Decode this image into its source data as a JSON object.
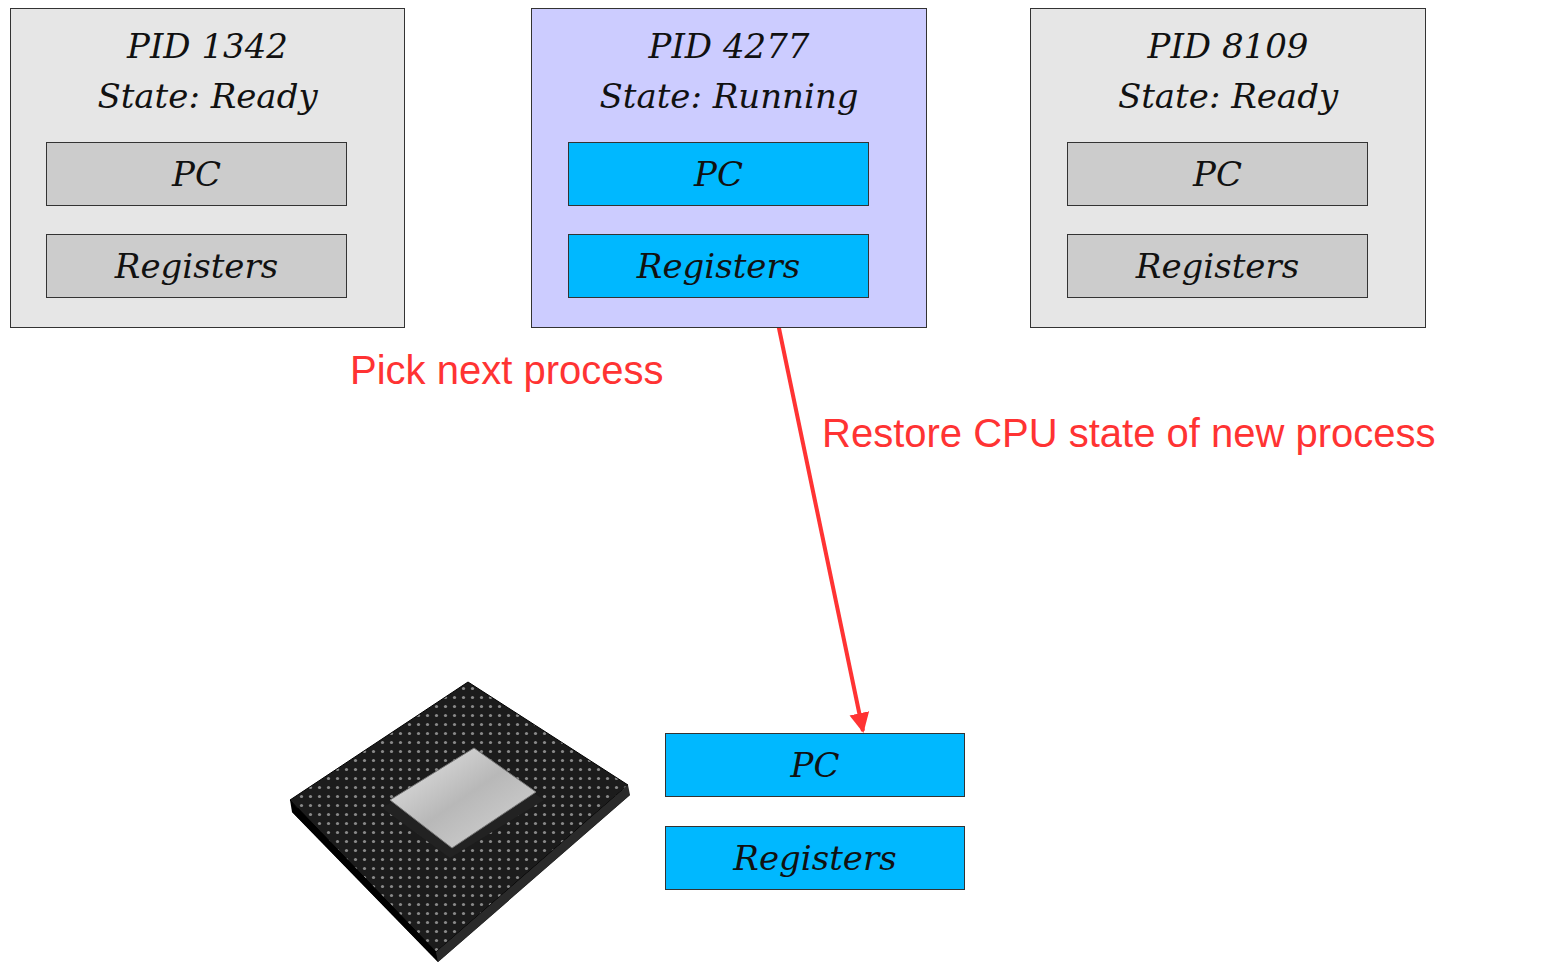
{
  "diagram": {
    "nodes": [
      {
        "text": [
          "PID 1342",
          "State: Ready"
        ]
      },
      {
        "text": [
          "PC"
        ],
        "in": 0
      },
      {
        "text": [
          "Registers"
        ],
        "in": 0
      },
      {
        "text": [
          "PID 4277",
          "State: Running"
        ]
      },
      {
        "text": [
          "PC"
        ],
        "in": 3
      },
      {
        "text": [
          "Registers"
        ],
        "in": 3
      },
      {
        "text": [
          "PID 8109",
          "State: Ready"
        ]
      },
      {
        "text": [
          "PC"
        ],
        "in": 6
      },
      {
        "text": [
          "Registers"
        ],
        "in": 6
      },
      {
        "text": [
          "PC"
        ]
      },
      {
        "text": [
          "Registers"
        ]
      }
    ],
    "edges": [
      {
        "from": 5,
        "to": 9,
        "arrow": "to"
      }
    ],
    "labels": [
      "Pick next process",
      "Restore CPU state of new process"
    ]
  }
}
